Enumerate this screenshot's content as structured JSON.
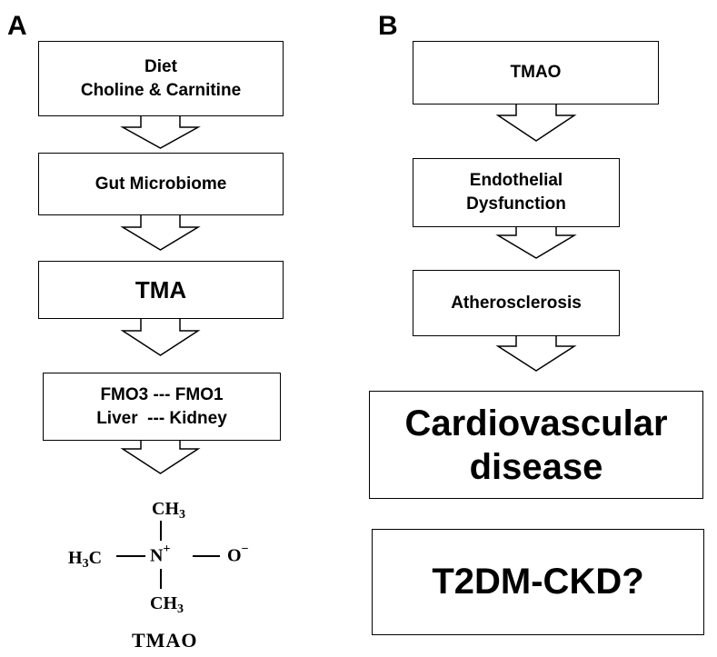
{
  "panel_a": {
    "label": "A",
    "boxes": {
      "diet_line1": "Diet",
      "diet_line2": "Choline & Carnitine",
      "gut": "Gut Microbiome",
      "tma": "TMA",
      "fmo_line1": "FMO3 --- FMO1",
      "fmo_line2": "Liver  --- Kidney"
    },
    "structure": {
      "top_group": "CH",
      "top_sub": "3",
      "left_group": "H",
      "left_sub": "3",
      "left_tail": "C",
      "center": "N",
      "center_charge": "+",
      "right_atom": "O",
      "right_charge": "−",
      "bottom_group": "CH",
      "bottom_sub": "3",
      "caption": "TMAO"
    }
  },
  "panel_b": {
    "label": "B",
    "boxes": {
      "tmao": "TMAO",
      "endo_line1": "Endothelial",
      "endo_line2": "Dysfunction",
      "athero": "Atherosclerosis",
      "cvd_line1": "Cardiovascular",
      "cvd_line2": "disease",
      "t2dm": "T2DM-CKD?"
    }
  }
}
